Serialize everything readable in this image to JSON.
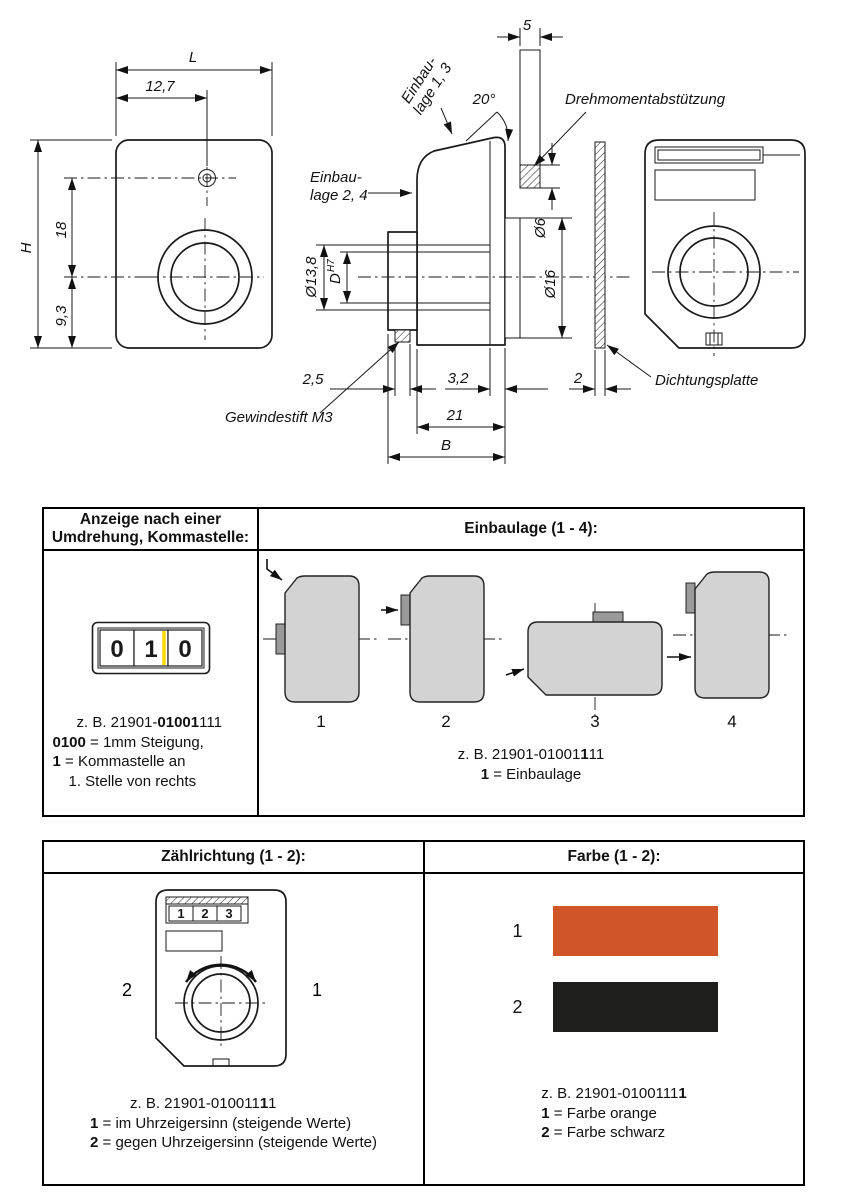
{
  "drawing": {
    "front": {
      "L": "L",
      "w127": "12,7",
      "H": "H",
      "h18": "18",
      "h93": "9,3"
    },
    "section": {
      "d5": "5",
      "angle": "20°",
      "einbau13_1": "Einbau-",
      "einbau13_2": "lage 1, 3",
      "einbau24_1": "Einbau-",
      "einbau24_2": "lage 2, 4",
      "drehmoment": "Drehmomentabstützung",
      "o6": "Ø6",
      "o138": "Ø13,8",
      "D": "D",
      "Dtol": "H7",
      "o16": "Ø16",
      "d25": "2,5",
      "d32": "3,2",
      "d2": "2",
      "d21": "21",
      "B": "B",
      "gewindestift": "Gewindestift M3",
      "dichtung": "Dichtungsplatte"
    }
  },
  "table1": {
    "left": {
      "header1": "Anzeige nach einer",
      "header2": "Umdrehung, Kommastelle:",
      "digits": [
        "0",
        "1",
        "0"
      ],
      "marker_color": "#ffd800",
      "example": {
        "prefix": "z. B. 21901-",
        "bold": "01001",
        "suffix": "111"
      },
      "legend1": {
        "bold": "0100",
        "rest": " = 1mm Steigung,"
      },
      "legend2": {
        "bold": "1",
        "rest": " = Kommastelle an"
      },
      "legend3": "1. Stelle von rechts"
    },
    "right": {
      "header": "Einbaulage (1 - 4):",
      "positions": [
        "1",
        "2",
        "3",
        "4"
      ],
      "example": {
        "prefix": "z. B. 21901-01001",
        "bold": "1",
        "suffix": "11"
      },
      "legend": {
        "bold": "1",
        "rest": " = Einbaulage"
      }
    }
  },
  "table2": {
    "left": {
      "header": "Zählrichtung (1 - 2):",
      "digits": [
        "1",
        "2",
        "3"
      ],
      "dir_left": "2",
      "dir_right": "1",
      "example": {
        "prefix": "z. B. 21901-010011",
        "bold": "1",
        "suffix": "1"
      },
      "legend1": {
        "bold": "1",
        "rest": " = im Uhrzeigersinn (steigende Werte)"
      },
      "legend2": {
        "bold": "2",
        "rest": " = gegen Uhrzeigersinn (steigende Werte)"
      }
    },
    "right": {
      "header": "Farbe (1 - 2):",
      "swatches": [
        {
          "label": "1",
          "color": "#d0562a",
          "name": "orange"
        },
        {
          "label": "2",
          "color": "#1e1e1c",
          "name": "schwarz"
        }
      ],
      "example": {
        "prefix": "z. B. 21901-0100111",
        "bold": "1",
        "suffix": ""
      },
      "legend1": {
        "bold": "1",
        "rest": " = Farbe orange"
      },
      "legend2": {
        "bold": "2",
        "rest": " = Farbe schwarz"
      }
    }
  }
}
